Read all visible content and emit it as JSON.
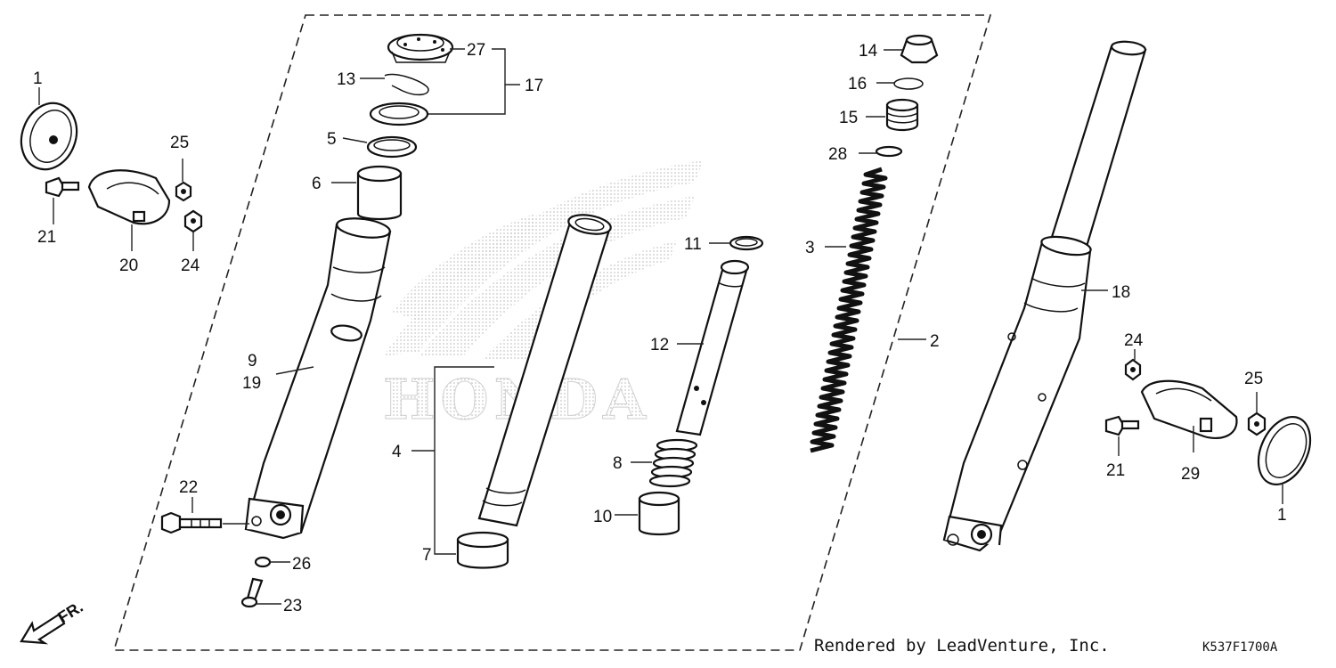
{
  "labels": {
    "left_cover_top": "1",
    "left_bolt": "21",
    "left_clamp": "20",
    "left_nut_25": "25",
    "left_nut_24": "24",
    "seal_27": "27",
    "set_17": "17",
    "clip_13": "13",
    "ring_5": "5",
    "bushing_6": "6",
    "outer_tube_9": "9",
    "outer_tube_19": "19",
    "bolt_22": "22",
    "washer_26": "26",
    "drain_23": "23",
    "inner_tube_4": "4",
    "bushing_7": "7",
    "ring_11": "11",
    "piston_12": "12",
    "spring_8": "8",
    "collar_10": "10",
    "cap_14": "14",
    "clip_16": "16",
    "spacer_15": "15",
    "oring_28": "28",
    "spring_3": "3",
    "fork_assy_2": "2",
    "fork_18": "18",
    "right_nut_24": "24",
    "right_nut_25": "25",
    "right_bolt_21": "21",
    "right_clamp_29": "29",
    "right_cover_1": "1"
  },
  "footer": {
    "credit": "Rendered by LeadVenture, Inc.",
    "code": "K537F1700A"
  },
  "direction": {
    "label": "FR."
  },
  "watermark": {
    "text": "HONDA"
  }
}
